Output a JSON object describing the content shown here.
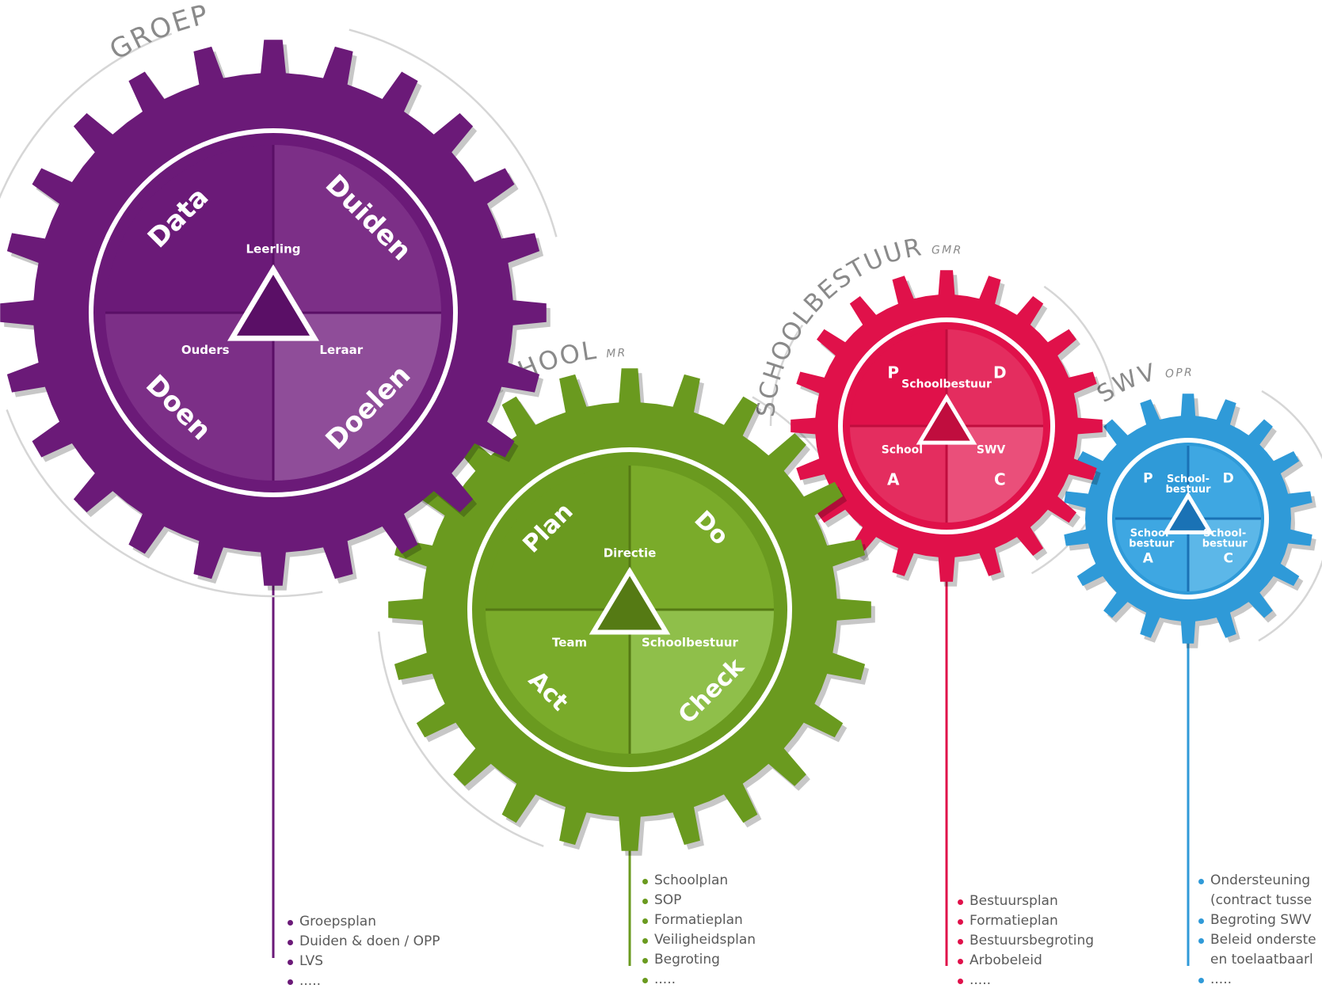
{
  "gears": [
    {
      "id": "groep",
      "title": "GROEP",
      "sub": "",
      "color": "#6b1a78",
      "q": [
        "#6b1a78",
        "#7c2f87",
        "#8f4d99",
        "#7c2f87"
      ],
      "tri": "#5a0f66",
      "phases": [
        "Data",
        "Duiden",
        "Doelen",
        "Doen"
      ],
      "roles": [
        "Leerling",
        "Ouders",
        "Leraar"
      ],
      "items": [
        "Groepsplan",
        "Duiden & doen / OPP",
        "LVS",
        "....."
      ]
    },
    {
      "id": "school",
      "title": "SCHOOL",
      "sub": "MR",
      "color": "#6a9a1f",
      "q": [
        "#6a9a1f",
        "#7aab2a",
        "#8fbf4a",
        "#7aab2a"
      ],
      "tri": "#557a14",
      "phases": [
        "Plan",
        "Do",
        "Check",
        "Act"
      ],
      "roles": [
        "Directie",
        "Team",
        "Schoolbestuur"
      ],
      "items": [
        "Schoolplan",
        "SOP",
        "Formatieplan",
        "Veiligheidsplan",
        "Begroting",
        "....."
      ]
    },
    {
      "id": "schoolbestuur",
      "title": "SCHOOLBESTUUR",
      "sub": "GMR",
      "color": "#e0114a",
      "q": [
        "#e0114a",
        "#e42d5f",
        "#ea4f7a",
        "#e42d5f"
      ],
      "tri": "#c00d3e",
      "phases": [
        "P",
        "D",
        "C",
        "A"
      ],
      "roles": [
        "Schoolbestuur",
        "School",
        "SWV"
      ],
      "items": [
        "Bestuursplan",
        "Formatieplan",
        "Bestuursbegroting",
        "Arbobeleid",
        "....."
      ]
    },
    {
      "id": "swv",
      "title": "SWV",
      "sub": "OPR",
      "color": "#2f9ad8",
      "q": [
        "#2f9ad8",
        "#3ea7e2",
        "#5cb7e8",
        "#3ea7e2"
      ],
      "tri": "#1a72b5",
      "phases": [
        "P",
        "D",
        "C",
        "A"
      ],
      "roles": [
        "School-\nbestuur",
        "School-\nbestuur",
        "School-\nbestuur"
      ],
      "items": [
        "Ondersteuning",
        "(contract tusse",
        "Begroting SWV",
        "Beleid onderste",
        "en toelaatbaarl",
        "....."
      ]
    }
  ]
}
